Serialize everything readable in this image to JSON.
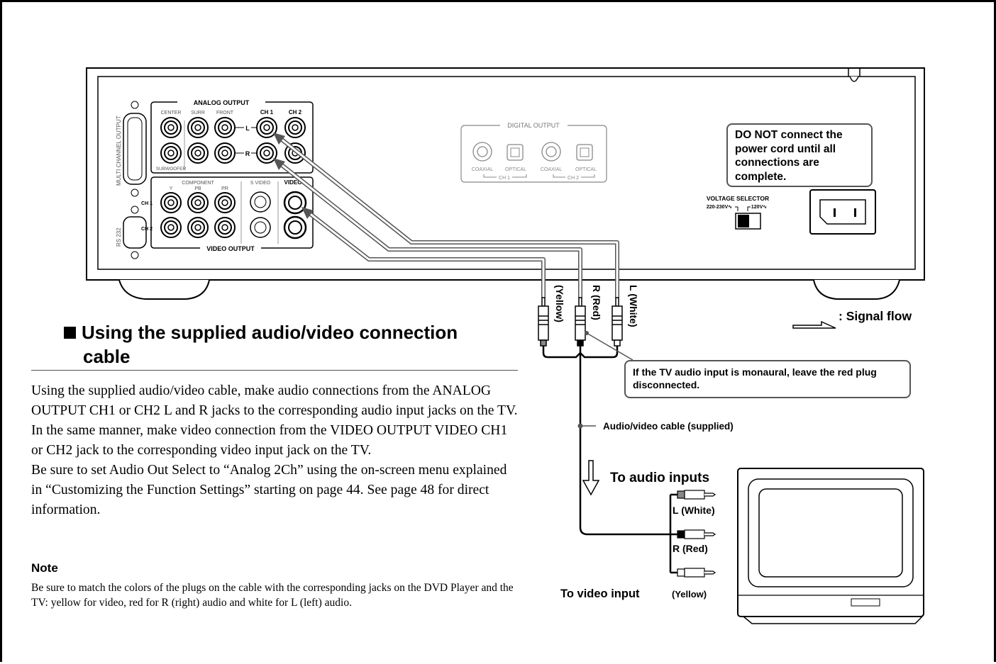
{
  "device": {
    "analog_output_label": "ANALOG OUTPUT",
    "analog_cols": [
      "CENTER",
      "SURR",
      "FRONT",
      "CH 1",
      "CH 2"
    ],
    "subwoofer_label": "SUBWOOFER",
    "lr_labels": [
      "L",
      "R"
    ],
    "multi_channel_label": "MULTI CHANNEL OUTPUT",
    "rs232_label": "RS 232",
    "component_label": "COMPONENT",
    "component_cols": [
      "Y",
      "PB",
      "PR"
    ],
    "svideo_label": "S VIDEO",
    "video_label": "VIDEO",
    "video_rows": [
      "CH 1",
      "CH 2"
    ],
    "video_output_label": "VIDEO OUTPUT",
    "digital_output_label": "DIGITAL OUTPUT",
    "digital_jacks": [
      "COAXIAL",
      "OPTICAL",
      "COAXIAL",
      "OPTICAL"
    ],
    "digital_groups": [
      "CH 1",
      "CH 2"
    ],
    "voltage_selector_label": "VOLTAGE SELECTOR",
    "voltage_low": "220-230V∿",
    "voltage_high": "120V∿"
  },
  "warning_text": "DO NOT connect the power cord until all connections are complete.",
  "cable_labels": {
    "left": "L (White)",
    "right": "R (Red)",
    "video": "(Yellow)"
  },
  "legend": {
    "signal_flow": ": Signal flow"
  },
  "monaural_note": "If the TV audio input is monaural, leave the red plug disconnected.",
  "cable_caption": "Audio/video cable (supplied)",
  "tv": {
    "audio_inputs": "To audio inputs",
    "video_input": "To video input",
    "plug_left": "L (White)",
    "plug_right": "R (Red)",
    "plug_video": "(Yellow)"
  },
  "section": {
    "title_line1": "Using the supplied audio/video connection",
    "title_line2": "cable",
    "para1": "Using the supplied audio/video cable, make audio connections from the ANALOG OUTPUT CH1 or CH2 L and R jacks to the corresponding audio input jacks on the TV. In the same manner, make video connection from the VIDEO OUTPUT VIDEO CH1 or CH2 jack to the corresponding video input jack on the TV.",
    "para2": "Be sure to set Audio Out Select to “Analog 2Ch” using the on-screen menu explained in “Customizing the Function Settings” starting on page 44. See page 48 for direct information.",
    "note_heading": "Note",
    "note_text": "Be sure to match the colors of the plugs on the cable with the corresponding jacks on the DVD Player and the TV: yellow for video, red for R (right) audio and white for L (left) audio."
  }
}
